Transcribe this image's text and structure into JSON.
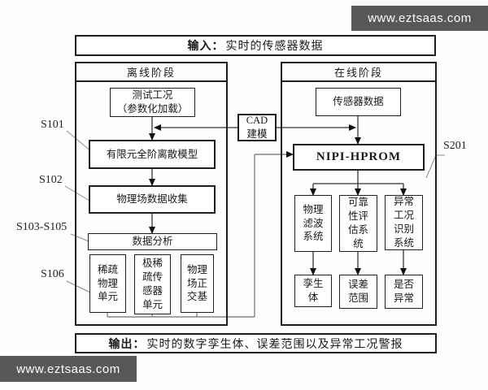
{
  "watermark": {
    "top": "www.eztsaas.com",
    "bottom": "www.eztsaas.com",
    "bar_color": "#58585a"
  },
  "input_banner": {
    "prefix": "输入：",
    "text": "实时的传感器数据"
  },
  "output_banner": {
    "prefix": "输出：",
    "text": "实时的数字孪生体、误差范围以及异常工况警报"
  },
  "cad_box": {
    "label": "CAD\n建模"
  },
  "offline": {
    "title": "离线阶段",
    "test_condition": "测试工况\n（参数化加载）",
    "fem_model": "有限元全阶离散模型",
    "field_data_collect": "物理场数据收集",
    "data_analysis": "数据分析",
    "sparse_physical_unit": "稀疏\n物理\n单元",
    "sparse_sensor_unit": "极稀\n疏传\n感器\n单元",
    "orthogonal_basis": "物理\n场正\n交基"
  },
  "online": {
    "title": "在线阶段",
    "sensor_data": "传感器数据",
    "nipi_hprom": "NIPI-HPROM",
    "physical_filter_system": "物理\n滤波\n系统",
    "reliability_system": "可靠\n性评\n估系\n统",
    "anomaly_system": "异常\n工况\n识别\n系统",
    "twin_body": "孪生\n体",
    "error_range": "误差\n范围",
    "is_abnormal": "是否\n异常"
  },
  "step_labels": {
    "s101": "S101",
    "s102": "S102",
    "s103_105": "S103-S105",
    "s106": "S106",
    "s201": "S201"
  },
  "colors": {
    "line_main": "#333333",
    "line_routing": "#6e6e6e",
    "line_pointer": "#8a8a8a",
    "arrow": "#111111"
  }
}
